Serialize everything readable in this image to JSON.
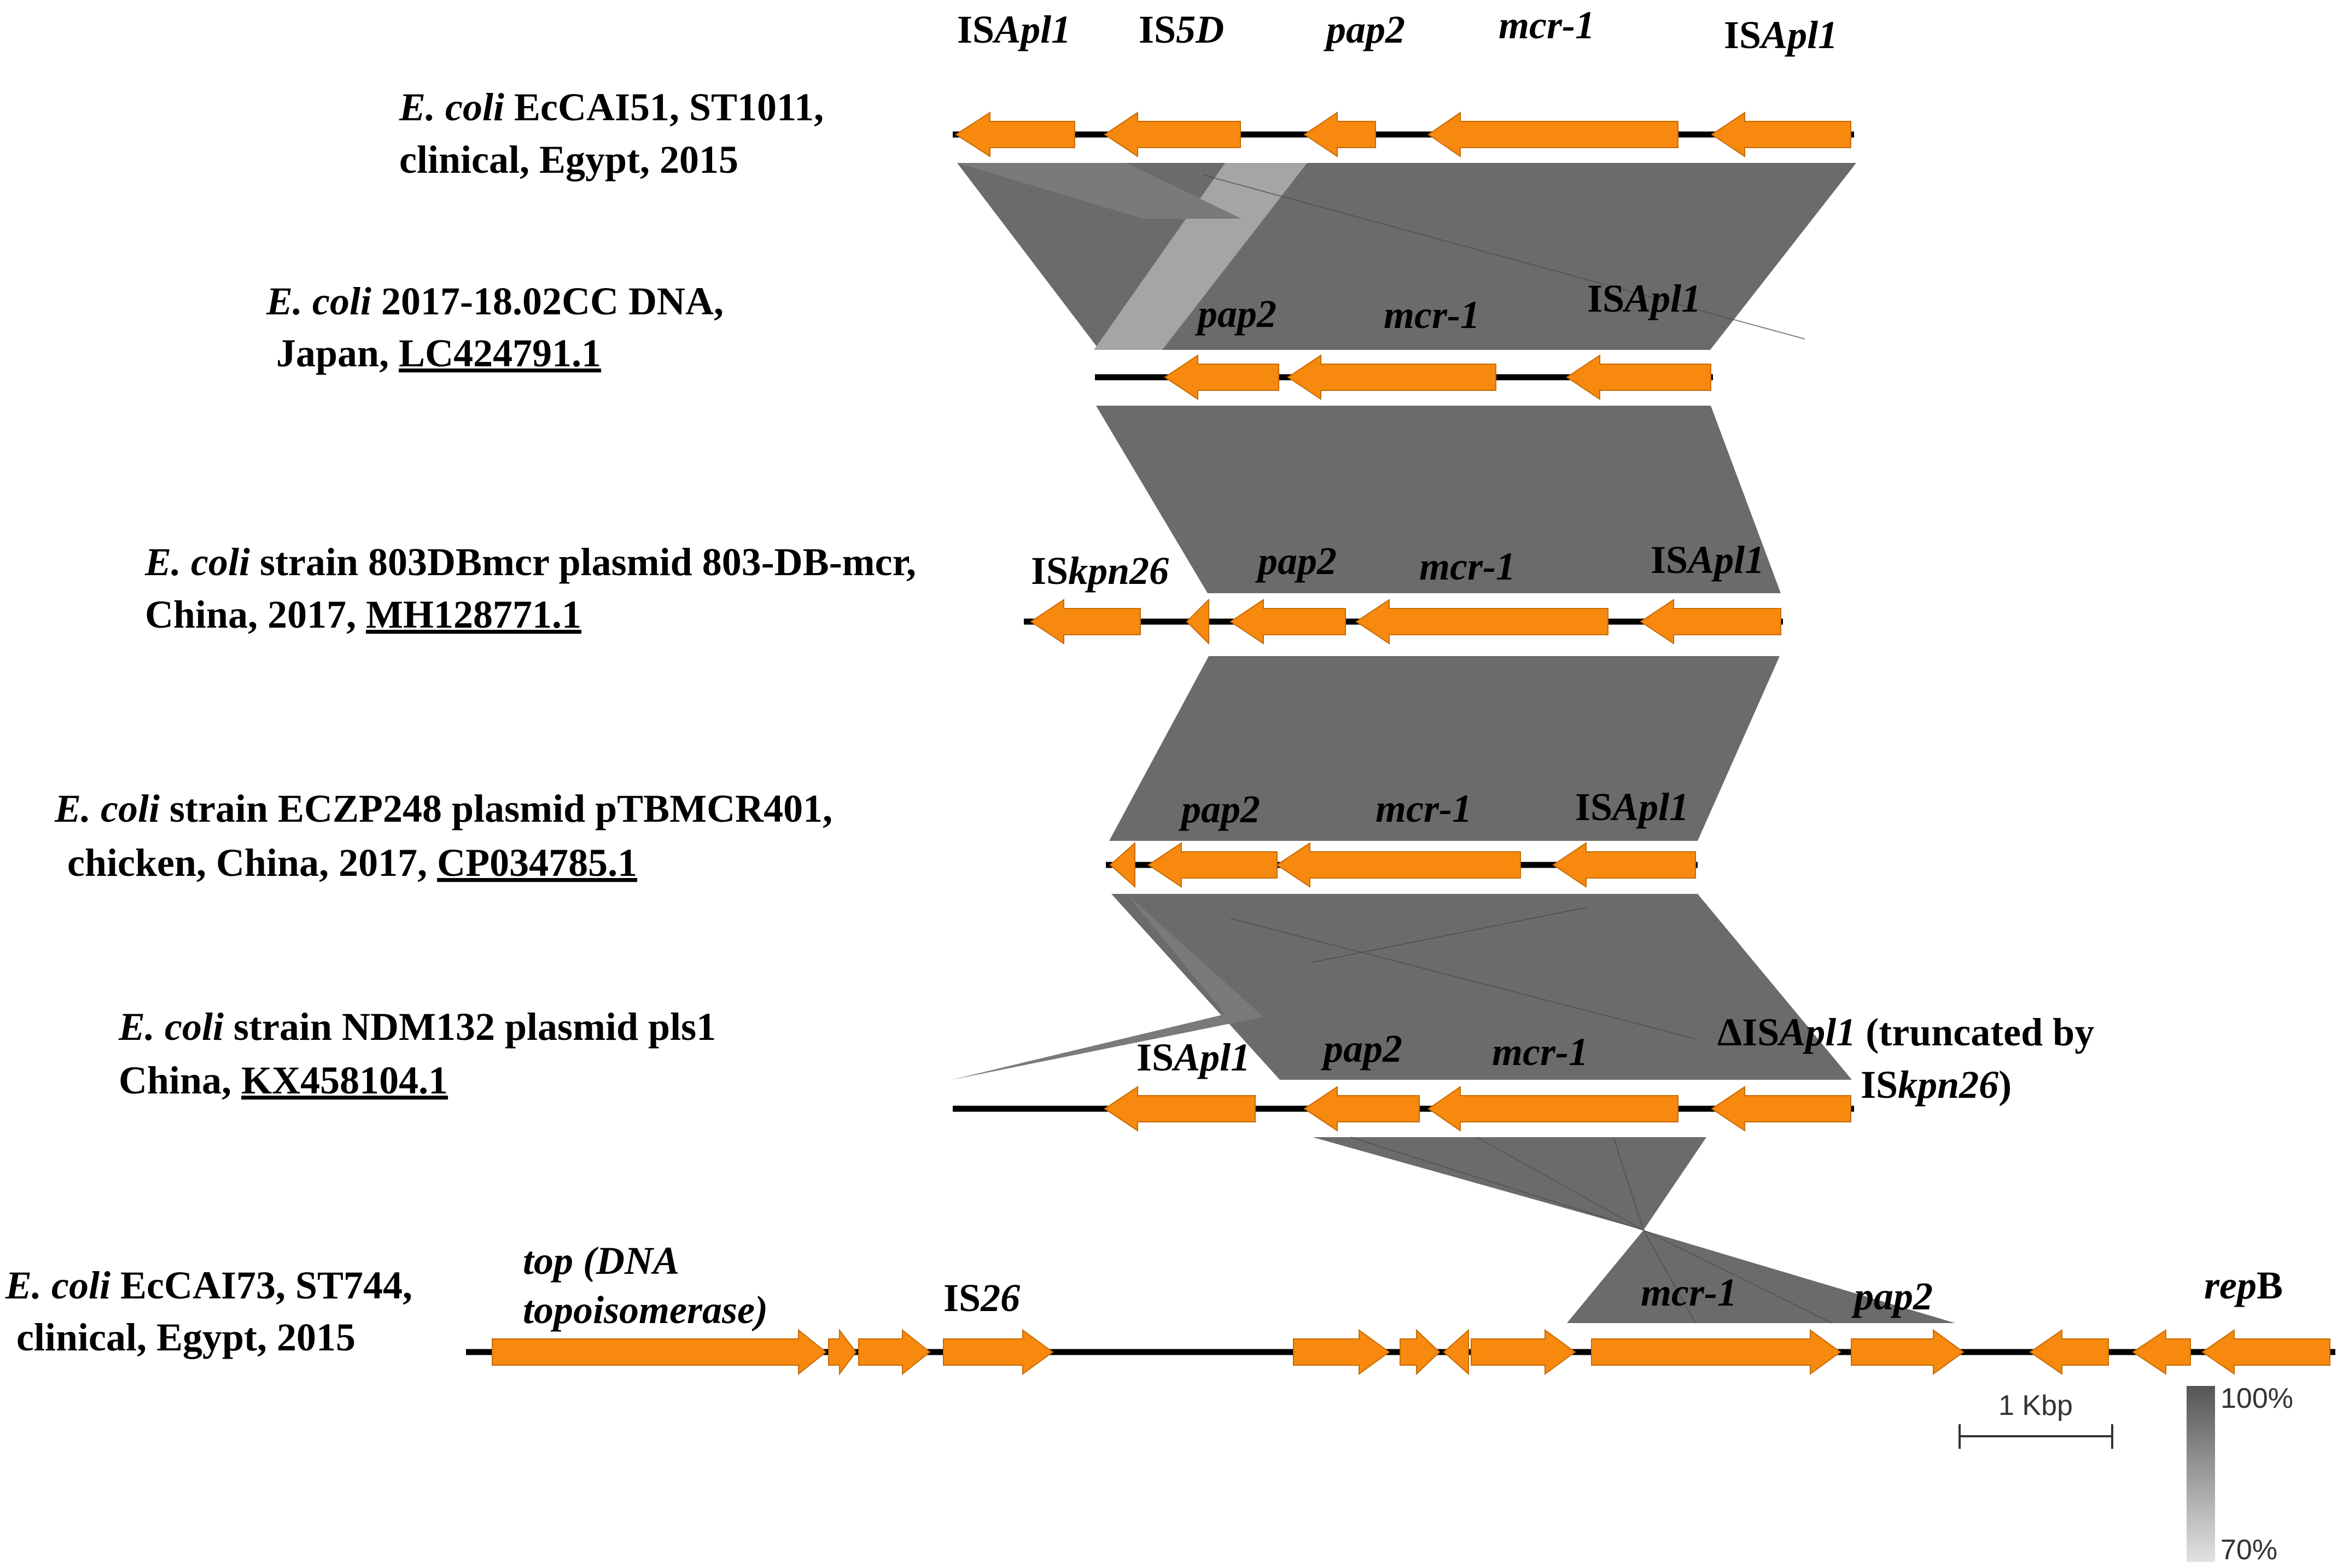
{
  "tracks": [
    {
      "lines": [
        [
          {
            "t": "E. coli",
            "i": true
          },
          {
            "t": " EcCAI51, ST1011,",
            "i": false
          }
        ],
        [
          {
            "t": "clinical, Egypt, 2015",
            "i": false
          }
        ]
      ],
      "genes": [
        [
          {
            "t": "IS",
            "i": false
          },
          {
            "t": "Apl1",
            "i": true
          }
        ],
        [
          {
            "t": "IS",
            "i": false
          },
          {
            "t": "5D",
            "i": true
          }
        ],
        [
          {
            "t": "pap2",
            "i": true
          }
        ],
        [
          {
            "t": "mcr-1",
            "i": true
          }
        ],
        [
          {
            "t": "IS",
            "i": false
          },
          {
            "t": "Apl1",
            "i": true
          }
        ]
      ]
    },
    {
      "lines": [
        [
          {
            "t": "E. coli",
            "i": true
          },
          {
            "t": " 2017-18.02CC DNA,",
            "i": false
          }
        ],
        [
          {
            "t": "Japan, ",
            "i": false
          },
          {
            "t": "LC424791.1",
            "i": false,
            "u": true
          }
        ]
      ],
      "genes": [
        [
          {
            "t": "pap2",
            "i": true
          }
        ],
        [
          {
            "t": "mcr-1",
            "i": true
          }
        ],
        [
          {
            "t": "IS",
            "i": false
          },
          {
            "t": "Apl1",
            "i": true
          }
        ]
      ]
    },
    {
      "lines": [
        [
          {
            "t": "E. coli",
            "i": true
          },
          {
            "t": " strain 803DBmcr plasmid 803-DB-mcr,",
            "i": false
          }
        ],
        [
          {
            "t": "China, 2017, ",
            "i": false
          },
          {
            "t": "MH128771.1",
            "i": false,
            "u": true
          }
        ]
      ],
      "genes": [
        [
          {
            "t": "IS",
            "i": false
          },
          {
            "t": "kpn26",
            "i": true
          }
        ],
        [
          {
            "t": "pap2",
            "i": true
          }
        ],
        [
          {
            "t": "mcr-1",
            "i": true
          }
        ],
        [
          {
            "t": "IS",
            "i": false
          },
          {
            "t": "Apl1",
            "i": true
          }
        ]
      ]
    },
    {
      "lines": [
        [
          {
            "t": "E. coli",
            "i": true
          },
          {
            "t": " strain ECZP248 plasmid pTBMCR401,",
            "i": false
          }
        ],
        [
          {
            "t": "chicken, China, 2017, ",
            "i": false
          },
          {
            "t": "CP034785.1",
            "i": false,
            "u": true
          }
        ]
      ],
      "genes": [
        [
          {
            "t": "pap2",
            "i": true
          }
        ],
        [
          {
            "t": "mcr-1",
            "i": true
          }
        ],
        [
          {
            "t": "IS",
            "i": false
          },
          {
            "t": "Apl1",
            "i": true
          }
        ]
      ]
    },
    {
      "lines": [
        [
          {
            "t": "E. coli",
            "i": true
          },
          {
            "t": " strain NDM132 plasmid pls1",
            "i": false
          }
        ],
        [
          {
            "t": "China, ",
            "i": false
          },
          {
            "t": "KX458104.1",
            "i": false,
            "u": true
          }
        ]
      ],
      "genes": [
        [
          {
            "t": "IS",
            "i": false
          },
          {
            "t": "Apl1",
            "i": true
          }
        ],
        [
          {
            "t": "pap2",
            "i": true
          }
        ],
        [
          {
            "t": "mcr-1",
            "i": true
          }
        ],
        [
          {
            "t": "ΔIS",
            "i": false
          },
          {
            "t": "Apl1",
            "i": true
          },
          {
            "t": " (truncated by",
            "i": false
          }
        ],
        [
          {
            "t": "IS",
            "i": false
          },
          {
            "t": "kpn26",
            "i": true
          },
          {
            "t": ")",
            "i": false
          }
        ]
      ]
    },
    {
      "lines": [
        [
          {
            "t": "E. coli",
            "i": true
          },
          {
            "t": " EcCAI73, ST744,",
            "i": false
          }
        ],
        [
          {
            "t": "clinical, Egypt, 2015",
            "i": false
          }
        ]
      ],
      "genes": [
        [
          {
            "t": "top (DNA",
            "i": true
          }
        ],
        [
          {
            "t": "topoisomerase)",
            "i": true
          }
        ],
        [
          {
            "t": "IS",
            "i": false
          },
          {
            "t": "26",
            "i": true
          }
        ],
        [
          {
            "t": "mcr-1",
            "i": true
          }
        ],
        [
          {
            "t": "pap2",
            "i": true
          }
        ],
        [
          {
            "t": "rep",
            "i": true
          },
          {
            "t": "B",
            "i": false
          }
        ]
      ]
    }
  ],
  "scale": {
    "label": "1 Kbp"
  },
  "identity": {
    "max_label": "100%",
    "min_label": "70%"
  },
  "colors": {
    "gene": "#f7890e",
    "gene_stroke": "#c86a00",
    "backbone": "#000000",
    "match_dark": "#6b6b6b",
    "match_mid": "#858585",
    "match_light": "#a3a3a3"
  }
}
